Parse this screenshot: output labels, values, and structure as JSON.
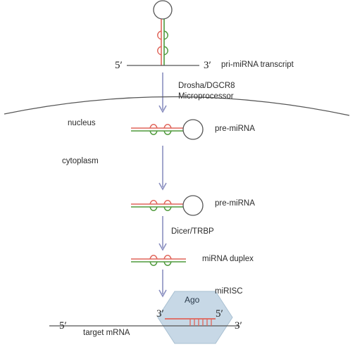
{
  "labels": {
    "pri_mirna": "pri-miRNA transcript",
    "drosha": "Drosha/DGCR8",
    "microprocessor": "Microprocessor",
    "nucleus": "nucleus",
    "cytoplasm": "cytoplasm",
    "pre_mirna_nuclear": "pre-miRNA",
    "pre_mirna_cyto": "pre-miRNA",
    "dicer": "Dicer/TRBP",
    "duplex": "miRNA duplex",
    "mirisc": "miRISC",
    "ago": "Ago",
    "target": "target mRNA"
  },
  "primes": {
    "pri_5": "5′",
    "pri_3": "3′",
    "guide_3": "3′",
    "guide_5": "5′",
    "mrna_5": "5′",
    "mrna_3": "3′"
  },
  "colors": {
    "strand_red": "#e0655a",
    "strand_green": "#4f9a3c",
    "arrow": "#8a8fc0",
    "line": "#555555",
    "ago_fill": "#c7d8e6"
  }
}
